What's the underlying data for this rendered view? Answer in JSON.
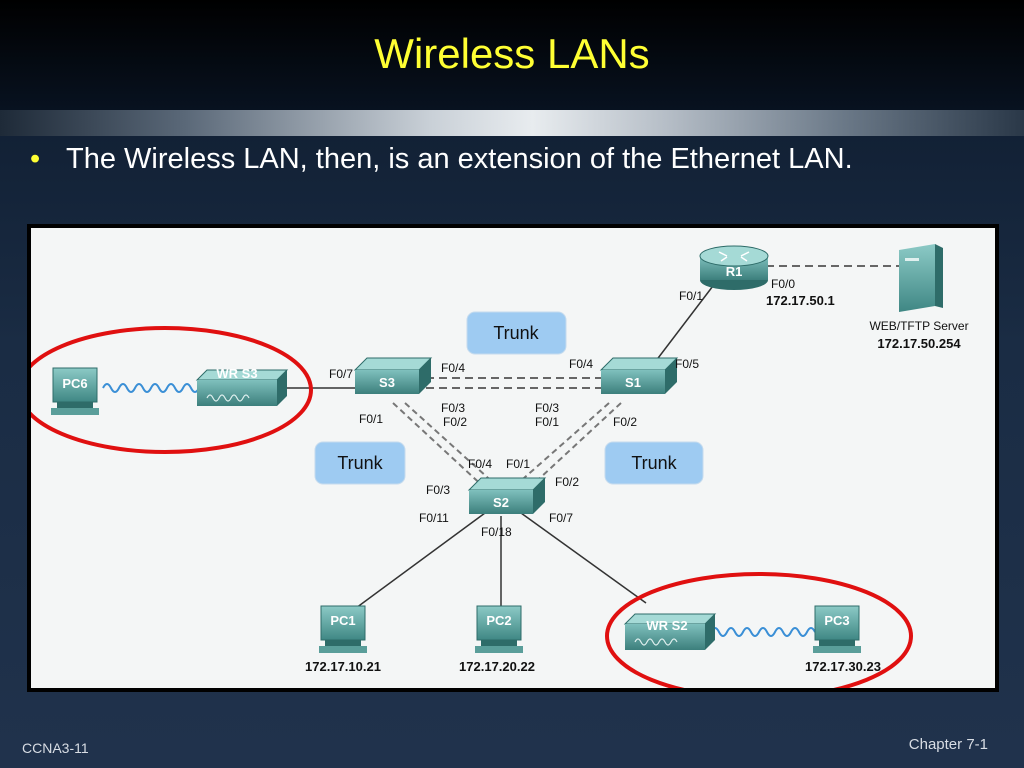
{
  "slide": {
    "title": "Wireless LANs",
    "bullet": "The Wireless LAN, then, is an extension of the Ethernet LAN.",
    "footer_left": "CCNA3-11",
    "footer_right": "Chapter 7-1"
  },
  "diagram": {
    "devices": {
      "r1": "R1",
      "server": "WEB/TFTP Server",
      "server_ip": "172.17.50.254",
      "r1_ip": "172.17.50.1",
      "s1": "S1",
      "s2": "S2",
      "s3": "S3",
      "wrs3": "WR S3",
      "wrs2": "WR S2",
      "pc6": "PC6",
      "pc1": "PC1",
      "pc2": "PC2",
      "pc3": "PC3",
      "pc1_ip": "172.17.10.21",
      "pc2_ip": "172.17.20.22",
      "pc3_ip": "172.17.30.23"
    },
    "trunks": [
      "Trunk",
      "Trunk",
      "Trunk"
    ],
    "ports": {
      "r1_f00": "F0/0",
      "r1_f01": "F0/1",
      "s1_f05": "F0/5",
      "s1_f04": "F0/4",
      "s1_f03": "F0/3",
      "s1_f01": "F0/1",
      "s1_f02": "F0/2",
      "s3_f07": "F0/7",
      "s3_f04": "F0/4",
      "s3_f03": "F0/3",
      "s3_f02": "F0/2",
      "s3_f01": "F0/1",
      "s2_f04": "F0/4",
      "s2_f01": "F0/1",
      "s2_f02": "F0/2",
      "s2_f03": "F0/3",
      "s2_f11": "F0/11",
      "s2_f18": "F0/18",
      "s2_f07": "F0/7"
    }
  },
  "colors": {
    "title": "#ffff33",
    "trunk_box": "#9ecbf2",
    "device": "#4f9a97",
    "highlight_ellipse": "#e01010"
  }
}
